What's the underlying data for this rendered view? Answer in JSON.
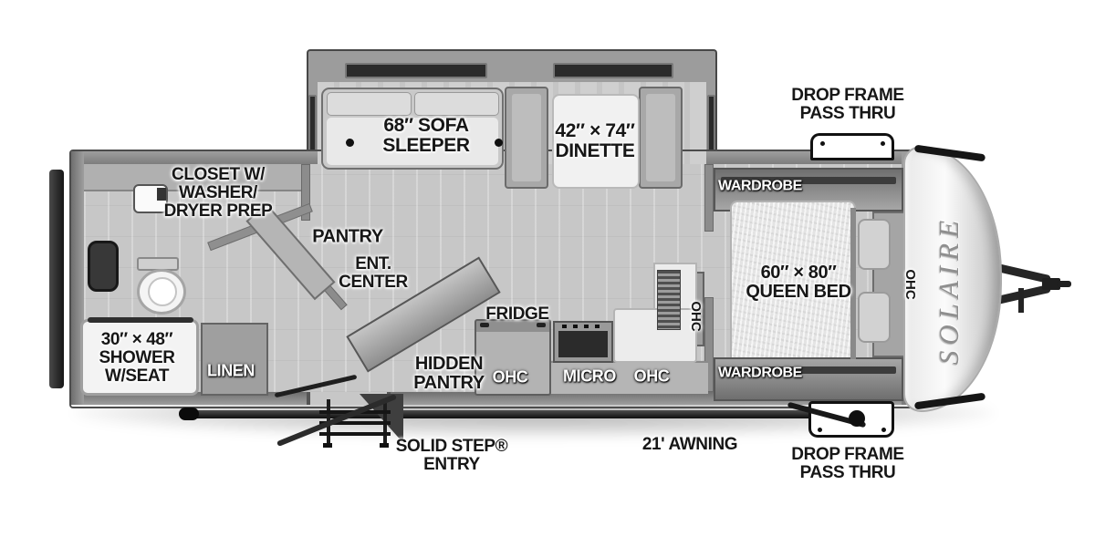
{
  "floorplan": {
    "brand": "SOLAIRE",
    "slideout": {
      "sofa": "68″ SOFA\nSLEEPER",
      "dinette": "42″ × 74″\nDINETTE"
    },
    "bedroom": {
      "wardrobe_top": "WARDROBE",
      "wardrobe_bottom": "WARDROBE",
      "queen_bed": "60″ × 80″\nQUEEN BED",
      "ohc_front": "OHC",
      "ohc_wall": "OHC"
    },
    "kitchen": {
      "fridge": "FRIDGE",
      "ohc_left": "OHC",
      "micro": "MICRO",
      "ohc_right": "OHC",
      "hidden_pantry": "HIDDEN\nPANTRY"
    },
    "living": {
      "pantry": "PANTRY",
      "ent_center": "ENT.\nCENTER"
    },
    "bathroom": {
      "closet": "CLOSET W/\nWASHER/\nDRYER PREP",
      "shower": "30″ × 48″\nSHOWER\nW/SEAT",
      "linen": "LINEN"
    },
    "exterior": {
      "pass_thru_top": "DROP FRAME\nPASS THRU",
      "pass_thru_bottom": "DROP FRAME\nPASS THRU",
      "solid_step": "SOLID STEP®\nENTRY",
      "awning": "21' AWNING"
    },
    "colors": {
      "wall": "#8a8a8a",
      "floor": "#c7c7c7",
      "accent_dark": "#1a1a1a",
      "label_black": "#171717",
      "label_white": "#ffffff"
    }
  }
}
